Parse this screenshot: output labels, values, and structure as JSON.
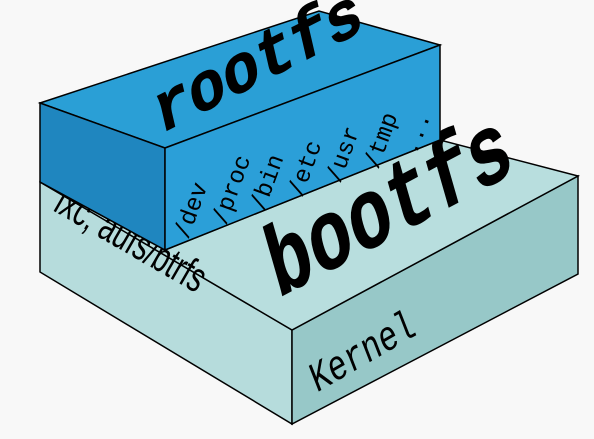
{
  "diagram": {
    "rootfs": {
      "title": "rootfs",
      "dirs": [
        "/dev",
        "/proc",
        "/bin",
        "/etc",
        "/usr",
        "/tmp",
        "..."
      ]
    },
    "bootfs": {
      "title": "bootfs",
      "driver_label": "lxc, aufs/btrfs",
      "kernel_label": "Kernel"
    },
    "colors": {
      "rootfs_top": "#2a9fd6",
      "rootfs_front": "#1f86bf",
      "bootfs_top": "#b8dede",
      "bootfs_front": "#b6dcdc",
      "bootfs_side": "#97c8c8",
      "stroke": "#000000"
    }
  }
}
